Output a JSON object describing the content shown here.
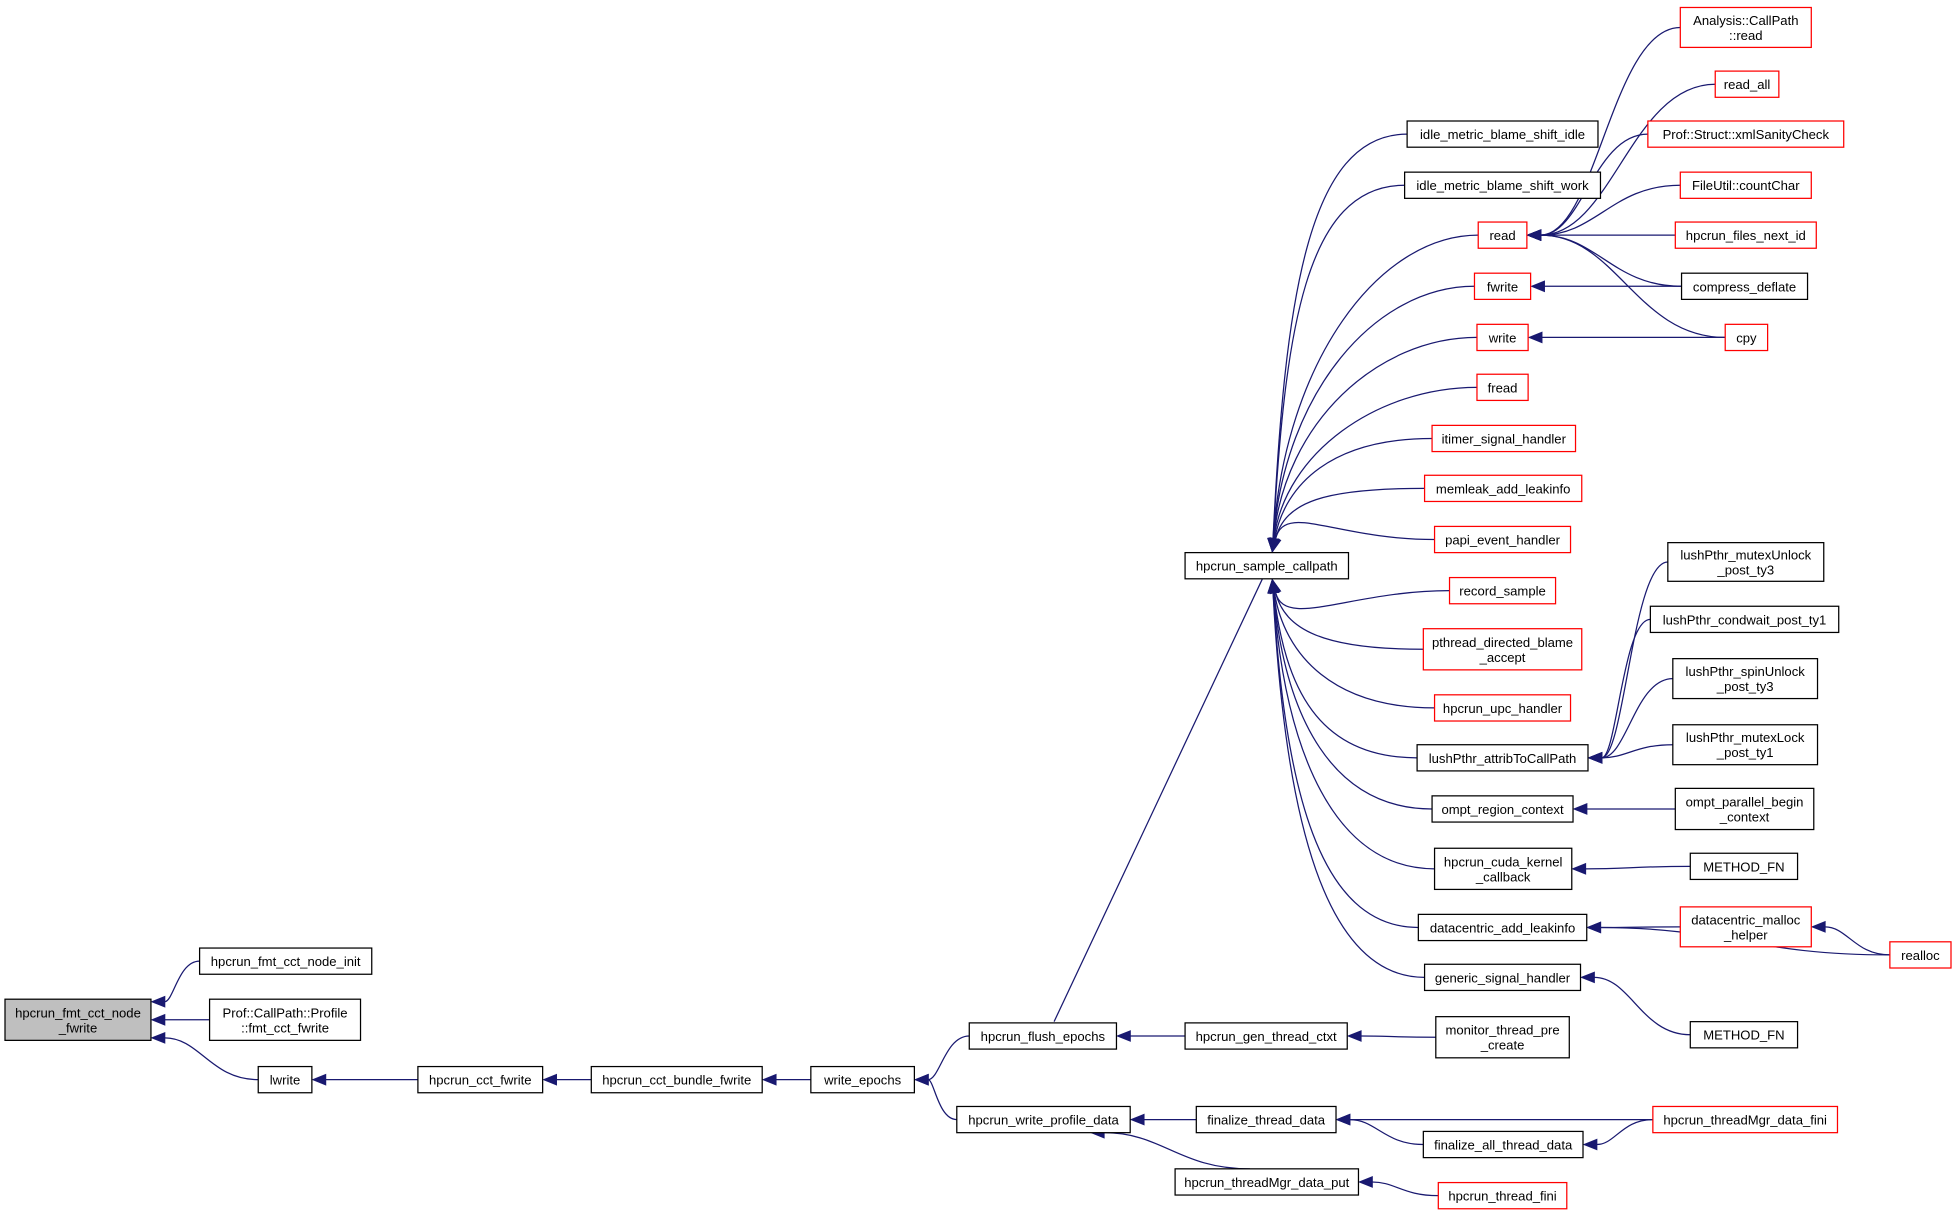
{
  "colors": {
    "edge": "#191970",
    "normal_border": "#000000",
    "truncated_border": "#ff0000",
    "focus_fill": "#bfbfbf"
  },
  "nodes": [
    {
      "id": "main",
      "lines": [
        "hpcrun_fmt_cct_node",
        "_fwrite"
      ],
      "style": "focus"
    },
    {
      "id": "fmt_init",
      "lines": [
        "hpcrun_fmt_cct_node_init"
      ],
      "style": "normal"
    },
    {
      "id": "profile",
      "lines": [
        "Prof::CallPath::Profile",
        "::fmt_cct_fwrite"
      ],
      "style": "normal"
    },
    {
      "id": "lwrite",
      "lines": [
        "lwrite"
      ],
      "style": "normal"
    },
    {
      "id": "cct_fwrite",
      "lines": [
        "hpcrun_cct_fwrite"
      ],
      "style": "normal"
    },
    {
      "id": "bundle",
      "lines": [
        "hpcrun_cct_bundle_fwrite"
      ],
      "style": "normal"
    },
    {
      "id": "write_epochs",
      "lines": [
        "write_epochs"
      ],
      "style": "normal"
    },
    {
      "id": "flush",
      "lines": [
        "hpcrun_flush_epochs"
      ],
      "style": "normal"
    },
    {
      "id": "write_profile",
      "lines": [
        "hpcrun_write_profile_data"
      ],
      "style": "normal"
    },
    {
      "id": "sample",
      "lines": [
        "hpcrun_sample_callpath"
      ],
      "style": "normal"
    },
    {
      "id": "gen_ctxt",
      "lines": [
        "hpcrun_gen_thread_ctxt"
      ],
      "style": "normal"
    },
    {
      "id": "monitor",
      "lines": [
        "monitor_thread_pre",
        "_create"
      ],
      "style": "normal"
    },
    {
      "id": "fin_thread",
      "lines": [
        "finalize_thread_data"
      ],
      "style": "normal"
    },
    {
      "id": "fin_all",
      "lines": [
        "finalize_all_thread_data"
      ],
      "style": "normal"
    },
    {
      "id": "mgr_put",
      "lines": [
        "hpcrun_threadMgr_data_put"
      ],
      "style": "normal"
    },
    {
      "id": "thread_fini",
      "lines": [
        "hpcrun_thread_fini"
      ],
      "style": "truncated"
    },
    {
      "id": "mgr_fini",
      "lines": [
        "hpcrun_threadMgr_data_fini"
      ],
      "style": "truncated"
    },
    {
      "id": "idle_idle",
      "lines": [
        "idle_metric_blame_shift_idle"
      ],
      "style": "normal"
    },
    {
      "id": "idle_work",
      "lines": [
        "idle_metric_blame_shift_work"
      ],
      "style": "normal"
    },
    {
      "id": "read",
      "lines": [
        "read"
      ],
      "style": "truncated"
    },
    {
      "id": "fwrite",
      "lines": [
        "fwrite"
      ],
      "style": "truncated"
    },
    {
      "id": "write",
      "lines": [
        "write"
      ],
      "style": "truncated"
    },
    {
      "id": "fread",
      "lines": [
        "fread"
      ],
      "style": "truncated"
    },
    {
      "id": "itimer",
      "lines": [
        "itimer_signal_handler"
      ],
      "style": "truncated"
    },
    {
      "id": "memleak",
      "lines": [
        "memleak_add_leakinfo"
      ],
      "style": "truncated"
    },
    {
      "id": "papi",
      "lines": [
        "papi_event_handler"
      ],
      "style": "truncated"
    },
    {
      "id": "record",
      "lines": [
        "record_sample"
      ],
      "style": "truncated"
    },
    {
      "id": "pthread_blame",
      "lines": [
        "pthread_directed_blame",
        "_accept"
      ],
      "style": "truncated"
    },
    {
      "id": "upc",
      "lines": [
        "hpcrun_upc_handler"
      ],
      "style": "truncated"
    },
    {
      "id": "lush_attrib",
      "lines": [
        "lushPthr_attribToCallPath"
      ],
      "style": "normal"
    },
    {
      "id": "ompt_region",
      "lines": [
        "ompt_region_context"
      ],
      "style": "normal"
    },
    {
      "id": "cuda",
      "lines": [
        "hpcrun_cuda_kernel",
        "_callback"
      ],
      "style": "normal"
    },
    {
      "id": "dc_leak",
      "lines": [
        "datacentric_add_leakinfo"
      ],
      "style": "normal"
    },
    {
      "id": "generic_sig",
      "lines": [
        "generic_signal_handler"
      ],
      "style": "normal"
    },
    {
      "id": "analysis_read",
      "lines": [
        "Analysis::CallPath",
        "::read"
      ],
      "style": "truncated"
    },
    {
      "id": "read_all",
      "lines": [
        "read_all"
      ],
      "style": "truncated"
    },
    {
      "id": "xml_sanity",
      "lines": [
        "Prof::Struct::xmlSanityCheck"
      ],
      "style": "truncated"
    },
    {
      "id": "count_char",
      "lines": [
        "FileUtil::countChar"
      ],
      "style": "truncated"
    },
    {
      "id": "files_next",
      "lines": [
        "hpcrun_files_next_id"
      ],
      "style": "truncated"
    },
    {
      "id": "compress",
      "lines": [
        "compress_deflate"
      ],
      "style": "normal"
    },
    {
      "id": "cpy",
      "lines": [
        "cpy"
      ],
      "style": "truncated"
    },
    {
      "id": "mutex_unlock",
      "lines": [
        "lushPthr_mutexUnlock",
        "_post_ty3"
      ],
      "style": "normal"
    },
    {
      "id": "condwait",
      "lines": [
        "lushPthr_condwait_post_ty1"
      ],
      "style": "normal"
    },
    {
      "id": "spin_unlock",
      "lines": [
        "lushPthr_spinUnlock",
        "_post_ty3"
      ],
      "style": "normal"
    },
    {
      "id": "mutex_lock",
      "lines": [
        "lushPthr_mutexLock",
        "_post_ty1"
      ],
      "style": "normal"
    },
    {
      "id": "ompt_parallel",
      "lines": [
        "ompt_parallel_begin",
        "_context"
      ],
      "style": "normal"
    },
    {
      "id": "method_fn_1",
      "lines": [
        "METHOD_FN"
      ],
      "style": "normal"
    },
    {
      "id": "dc_malloc",
      "lines": [
        "datacentric_malloc",
        "_helper"
      ],
      "style": "truncated"
    },
    {
      "id": "realloc",
      "lines": [
        "realloc"
      ],
      "style": "truncated"
    },
    {
      "id": "method_fn_2",
      "lines": [
        "METHOD_FN"
      ],
      "style": "normal"
    }
  ],
  "edges": [
    [
      "main",
      "fmt_init"
    ],
    [
      "main",
      "profile"
    ],
    [
      "main",
      "lwrite"
    ],
    [
      "lwrite",
      "cct_fwrite"
    ],
    [
      "cct_fwrite",
      "bundle"
    ],
    [
      "bundle",
      "write_epochs"
    ],
    [
      "write_epochs",
      "flush"
    ],
    [
      "write_epochs",
      "write_profile"
    ],
    [
      "flush",
      "sample"
    ],
    [
      "flush",
      "gen_ctxt"
    ],
    [
      "gen_ctxt",
      "monitor"
    ],
    [
      "write_profile",
      "fin_thread"
    ],
    [
      "write_profile",
      "mgr_put"
    ],
    [
      "fin_thread",
      "fin_all"
    ],
    [
      "fin_thread",
      "mgr_fini"
    ],
    [
      "fin_all",
      "mgr_fini"
    ],
    [
      "mgr_put",
      "thread_fini"
    ],
    [
      "sample",
      "idle_idle"
    ],
    [
      "sample",
      "idle_work"
    ],
    [
      "sample",
      "read"
    ],
    [
      "sample",
      "fwrite"
    ],
    [
      "sample",
      "write"
    ],
    [
      "sample",
      "fread"
    ],
    [
      "sample",
      "itimer"
    ],
    [
      "sample",
      "memleak"
    ],
    [
      "sample",
      "papi"
    ],
    [
      "sample",
      "record"
    ],
    [
      "sample",
      "pthread_blame"
    ],
    [
      "sample",
      "upc"
    ],
    [
      "sample",
      "lush_attrib"
    ],
    [
      "sample",
      "ompt_region"
    ],
    [
      "sample",
      "cuda"
    ],
    [
      "sample",
      "dc_leak"
    ],
    [
      "sample",
      "generic_sig"
    ],
    [
      "read",
      "analysis_read"
    ],
    [
      "read",
      "read_all"
    ],
    [
      "read",
      "xml_sanity"
    ],
    [
      "read",
      "count_char"
    ],
    [
      "read",
      "files_next"
    ],
    [
      "read",
      "compress"
    ],
    [
      "read",
      "cpy"
    ],
    [
      "fwrite",
      "compress"
    ],
    [
      "write",
      "cpy"
    ],
    [
      "lush_attrib",
      "mutex_unlock"
    ],
    [
      "lush_attrib",
      "condwait"
    ],
    [
      "lush_attrib",
      "spin_unlock"
    ],
    [
      "lush_attrib",
      "mutex_lock"
    ],
    [
      "ompt_region",
      "ompt_parallel"
    ],
    [
      "cuda",
      "method_fn_1"
    ],
    [
      "dc_leak",
      "dc_malloc"
    ],
    [
      "dc_leak",
      "realloc"
    ],
    [
      "dc_malloc",
      "realloc"
    ],
    [
      "generic_sig",
      "method_fn_2"
    ]
  ]
}
